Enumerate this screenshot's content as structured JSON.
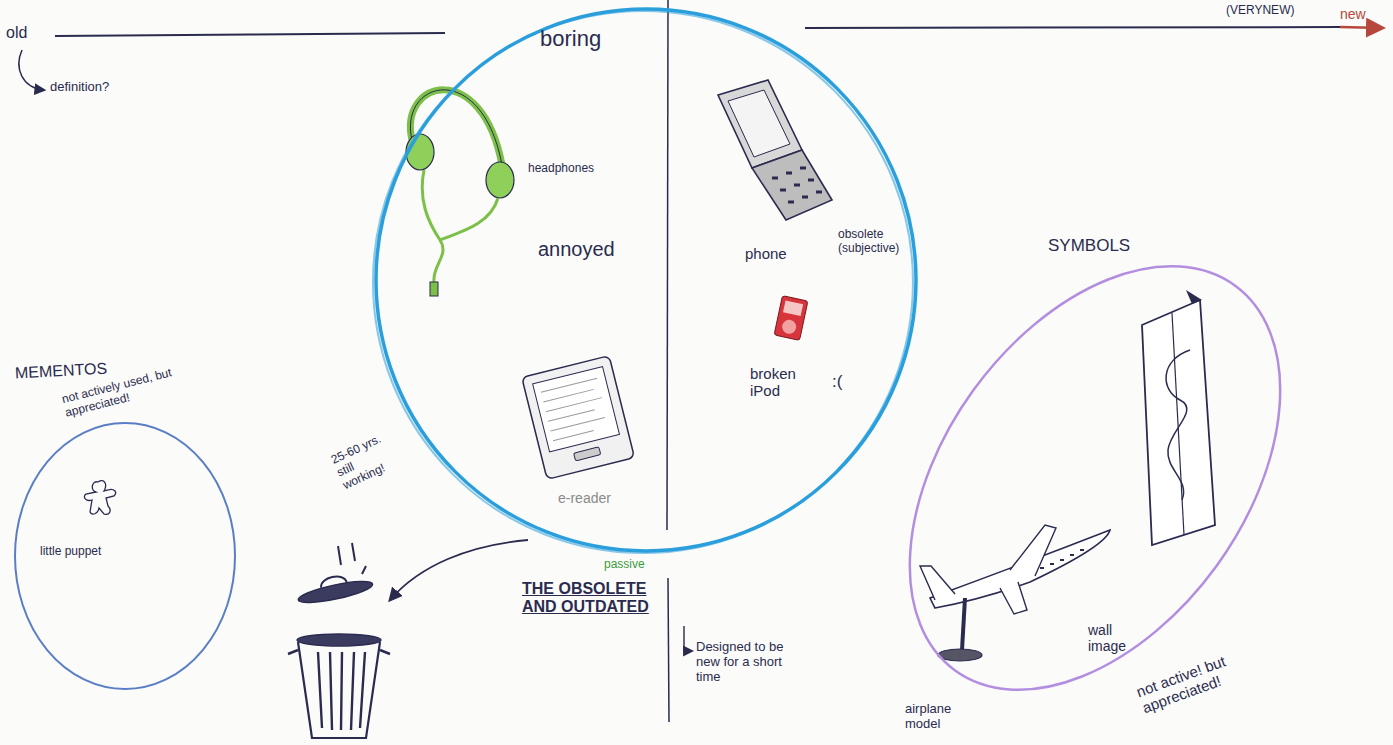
{
  "diagram": {
    "nodes": [
      {
        "text": [
          "boring",
          "headphones",
          "annoyed",
          "e-reader",
          "phone",
          "obsolete (subjective)",
          "broken iPod",
          ":(",
          "THE OBSOLETE AND OUTDATED"
        ]
      },
      {
        "text": [
          "MEMENTOS",
          "not actively used, but appreciated!",
          "little puppet"
        ]
      },
      {
        "text": [
          "SYMBOLS",
          "wall image",
          "airplane model",
          "not active! but appreciated!"
        ]
      }
    ],
    "labels": [
      "old",
      "definition?",
      "(VERYNEW)",
      "new",
      "25-60 yrs. still working!",
      "passive",
      "Designed to be new for a short time"
    ]
  }
}
